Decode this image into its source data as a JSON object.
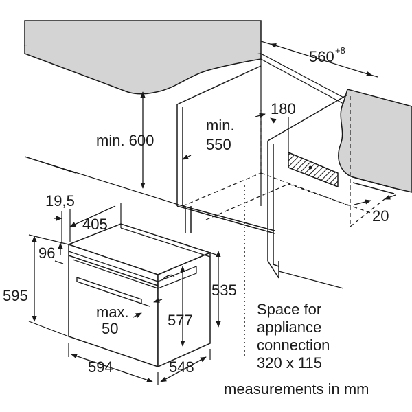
{
  "colors": {
    "ink": "#1a1a1a",
    "counter_fill": "#d4d4d4",
    "background": "#ffffff",
    "hatch": "#1a1a1a"
  },
  "labels": {
    "min_600": "min. 600",
    "min_550_line1": "min.",
    "min_550_line2": "550",
    "w_560": "560",
    "w_560_sup": "+8",
    "d_180": "180",
    "d_20": "20",
    "d_19_5": "19,5",
    "d_405": "405",
    "d_96": "96",
    "d_595": "595",
    "d_535": "535",
    "d_577": "577",
    "max_50_line1": "max.",
    "max_50_line2": "50",
    "d_594": "594",
    "d_548": "548",
    "space_line1": "Space for",
    "space_line2": "appliance",
    "space_line3": "connection",
    "space_line4": "320 x 115",
    "units_note": "measurements in mm"
  }
}
